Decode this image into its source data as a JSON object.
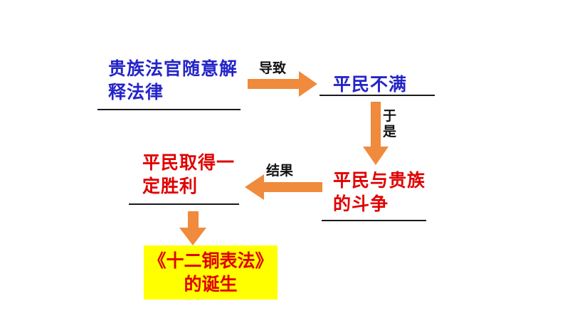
{
  "nodes": {
    "judges": {
      "line1": "贵族法官随意解",
      "line2": "释法律",
      "color": "#2424c8"
    },
    "discontent": {
      "text": "平民不满",
      "color": "#2424c8"
    },
    "struggle": {
      "line1": "平民与贵族",
      "line2": "的斗争",
      "color": "#e00000"
    },
    "victory": {
      "line1": "平民取得一",
      "line2": "定胜利",
      "color": "#e00000"
    },
    "twelve_tables": {
      "line1": "《十二铜表法》",
      "line2": "的诞生",
      "background": "#ffff00",
      "color": "#e00000"
    }
  },
  "edges": {
    "lead_to": {
      "label": "导致"
    },
    "thus": {
      "label_line1": "于",
      "label_line2": "是"
    },
    "result": {
      "label": "结果"
    }
  },
  "colors": {
    "arrow": "#f08a3c",
    "rule": "#1a1a1a"
  }
}
